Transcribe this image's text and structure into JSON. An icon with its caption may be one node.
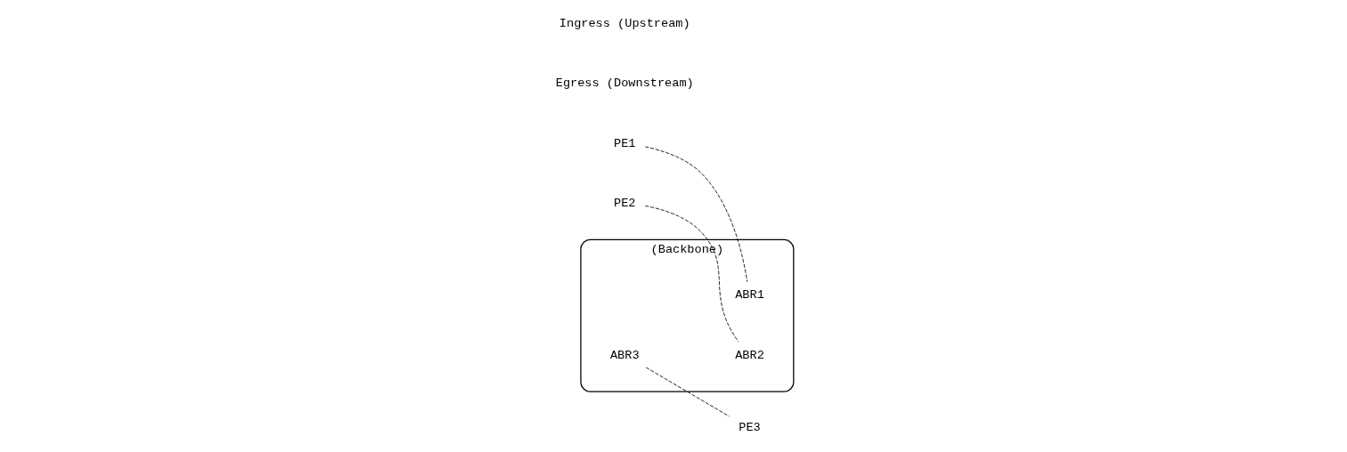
{
  "diagram": {
    "nodes": [
      {
        "text": [
          "(Backbone)"
        ]
      },
      {
        "text": [
          "PE1"
        ]
      },
      {
        "text": [
          "ABR1"
        ],
        "in": 0
      },
      {
        "text": [
          "PE2"
        ]
      },
      {
        "text": [
          "ABR2"
        ],
        "in": 0
      },
      {
        "text": [
          "ABR3"
        ],
        "in": 0
      },
      {
        "text": [
          "PE3"
        ]
      }
    ],
    "edges": [
      {
        "from": 1,
        "to": 2,
        "arrow": "none",
        "style": "dashed"
      },
      {
        "from": 3,
        "to": 4,
        "arrow": "none",
        "style": "dashed"
      },
      {
        "from": 5,
        "to": 6,
        "arrow": "none",
        "style": "dashed"
      }
    ],
    "labels": [
      "Egress (Downstream)",
      "Ingress (Upstream)"
    ]
  }
}
